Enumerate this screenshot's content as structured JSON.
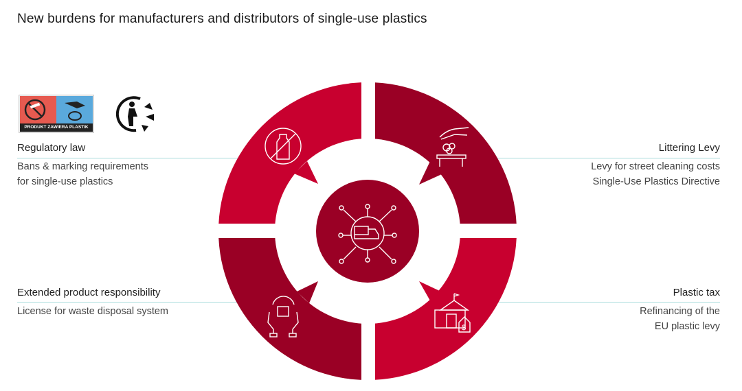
{
  "title": "New burdens for manufacturers and distributors of single-use plastics",
  "colors": {
    "bright": "#c8002f",
    "dark": "#9a0025",
    "rule": "#a9dcdc"
  },
  "badge": {
    "text": "PRODUKT ZAWIERA PLASTIK"
  },
  "sections": {
    "regulatory": {
      "heading": "Regulatory law",
      "lines": [
        "Bans & marking requirements",
        "for single-use plastics"
      ],
      "icon": "no-plastic-bottle-icon"
    },
    "littering": {
      "heading": "Littering Levy",
      "lines": [
        "Levy for street cleaning costs",
        "Single-Use Plastics Directive"
      ],
      "icon": "hand-dropping-litter-icon"
    },
    "epr": {
      "heading": "Extended product responsibility",
      "lines": [
        "License for waste disposal system"
      ],
      "icon": "hands-holding-box-icon"
    },
    "tax": {
      "heading": "Plastic tax",
      "lines": [
        "Refinancing of the",
        "EU plastic levy"
      ],
      "icon": "government-building-money-icon"
    }
  },
  "center_icon": "network-truck-globe-icon"
}
